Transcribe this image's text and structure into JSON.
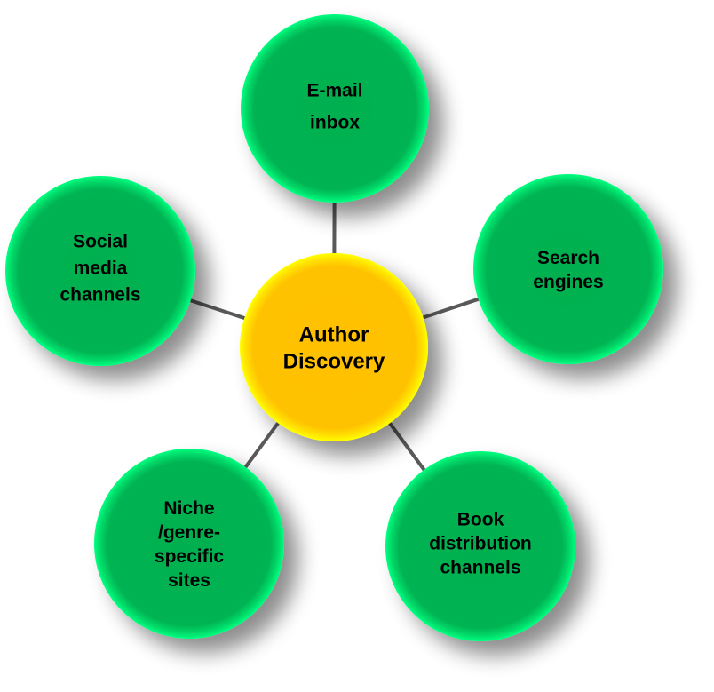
{
  "diagram": {
    "type": "hub-and-spoke",
    "center": {
      "lines": [
        "Author",
        "Discovery"
      ],
      "color": "#FFC000",
      "rim_color": "#FFFF00"
    },
    "nodes": [
      {
        "id": "email",
        "lines": [
          "E-mail",
          "inbox"
        ]
      },
      {
        "id": "search",
        "lines": [
          "Search",
          "engines"
        ]
      },
      {
        "id": "book",
        "lines": [
          "Book",
          "distribution",
          "channels"
        ]
      },
      {
        "id": "niche",
        "lines": [
          "Niche",
          "/genre-",
          "specific",
          "sites"
        ]
      },
      {
        "id": "social",
        "lines": [
          "Social",
          "media",
          "channels"
        ]
      }
    ],
    "node_color": "#00B050",
    "node_rim_color": "#00FF80",
    "connector_color": "#595959",
    "text_color": "#000000"
  }
}
